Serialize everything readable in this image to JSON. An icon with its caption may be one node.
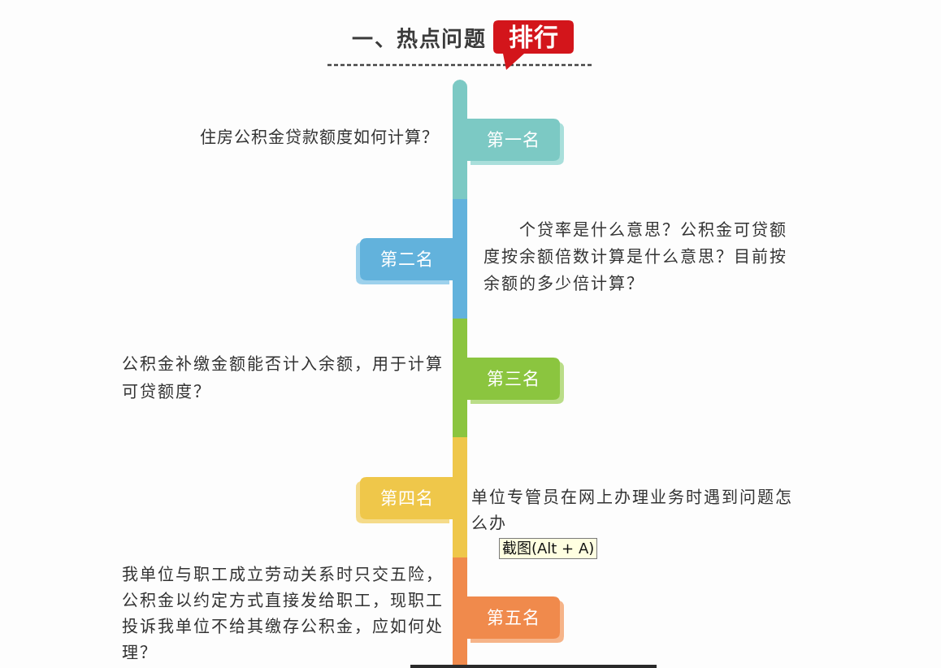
{
  "diagram": {
    "title": "一、热点问题",
    "nodes": [
      {
        "text": [
          "排行"
        ]
      },
      {
        "text": [
          "第一名"
        ],
        "beside": [
          "住房公积金贷款额度如何计算？"
        ]
      },
      {
        "text": [
          "第二名"
        ],
        "beside": [
          "个贷率是什么意思？公积金可贷额度按余额倍数计算是什么意思？目前按余额的多少倍计算？"
        ]
      },
      {
        "text": [
          "第三名"
        ],
        "beside": [
          "公积金补缴金额能否计入余额，用于计算可贷额度？"
        ]
      },
      {
        "text": [
          "第四名"
        ],
        "beside": [
          "单位专管员在网上办理业务时遇到问题怎么办"
        ]
      },
      {
        "text": [
          "第五名"
        ],
        "beside": [
          "我单位与职工成立劳动关系时只交五险，公积金以约定方式直接发给职工，现职工投诉我单位不给其缴存公积金，应如何处理？"
        ]
      }
    ],
    "labels": [
      "截图(Alt + A)"
    ]
  }
}
